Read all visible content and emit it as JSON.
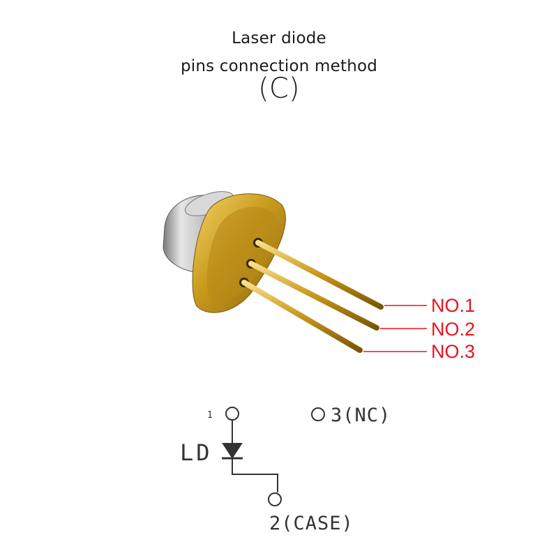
{
  "title": {
    "line1": "Laser diode",
    "line2": "pins connection method",
    "variant": "(C)"
  },
  "pin_labels": [
    "NO.1",
    "NO.2",
    "NO.3"
  ],
  "schematic": {
    "pin1": "1",
    "ld": "LD",
    "pin3": "3(NC)",
    "pin2": "2(CASE)"
  },
  "colors": {
    "label_red": "#e8141c",
    "gold": "#c9a227",
    "steel": "#b8b8b8",
    "schematic": "#333333"
  }
}
